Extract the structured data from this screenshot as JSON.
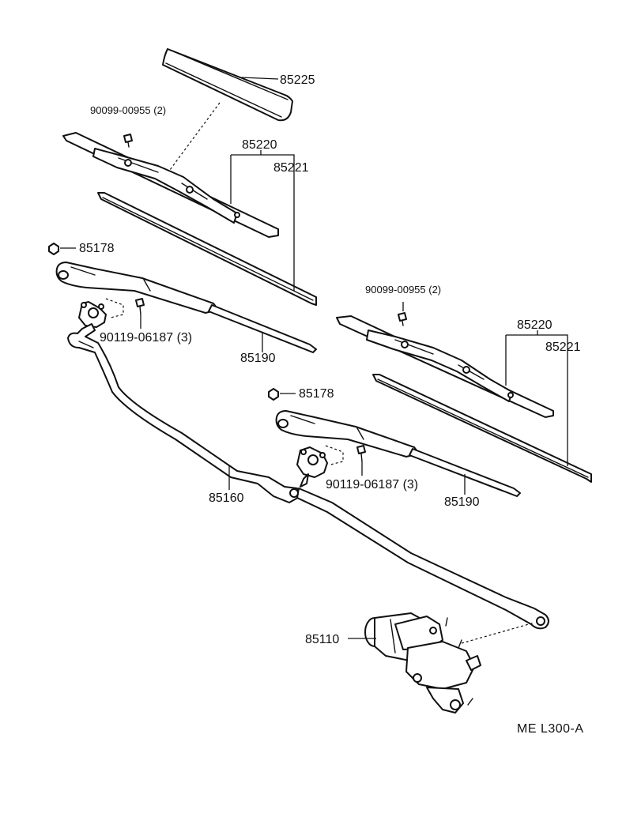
{
  "parts": {
    "cover": "85225",
    "screw_upper_left": "90099-00955 (2)",
    "blade_left": "85220",
    "refill_left": "85221",
    "nut_left": "85178",
    "bolt_left": "90119-06187 (3)",
    "arm_left": "85190",
    "screw_upper_right": "90099-00955 (2)",
    "blade_right": "85220",
    "refill_right": "85221",
    "nut_right": "85178",
    "bolt_right": "90119-06187 (3)",
    "arm_right": "85190",
    "link": "85160",
    "motor": "85110"
  },
  "diagram_code": "ME L300-A"
}
